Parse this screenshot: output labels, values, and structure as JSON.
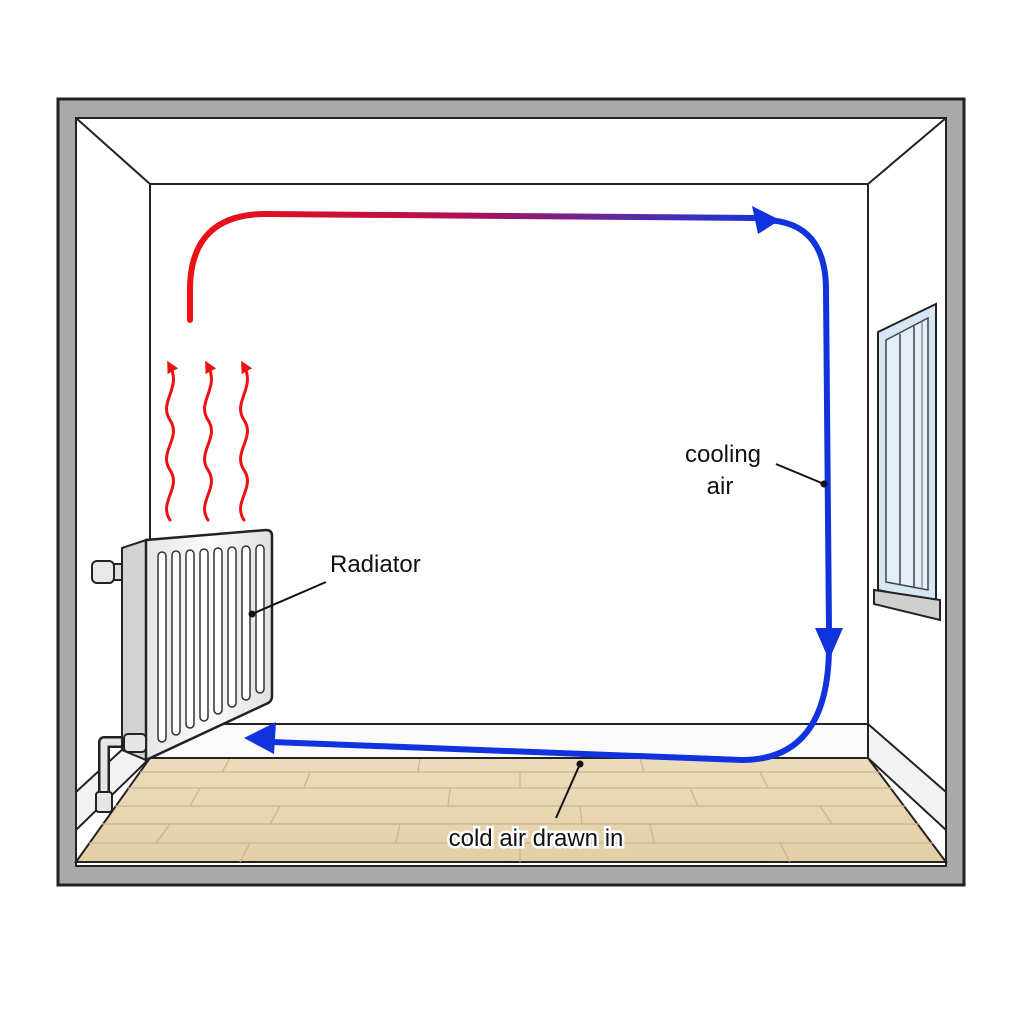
{
  "diagram": {
    "labels": {
      "radiator": "Radiator",
      "cooling_line1": "cooling",
      "cooling_line2": "air",
      "cold_air": "cold air drawn in"
    },
    "colors": {
      "hot": "#ee1111",
      "cold": "#1133dd",
      "wall_frame": "#a9a9a9",
      "floor": "#e8d5b0",
      "radiator": "#f2f2f2",
      "window_glass": "#d6e6f5"
    },
    "icons": [
      "radiator-icon",
      "window-icon",
      "heat-wave-icon",
      "airflow-arrow-icon"
    ]
  }
}
